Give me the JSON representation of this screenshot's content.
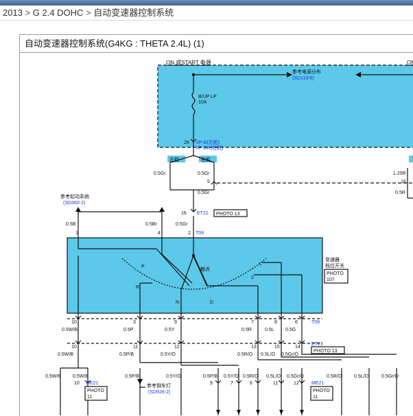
{
  "breadcrumb": {
    "year": "2013",
    "engine": "G 2.4 DOHC",
    "system": "自动变速器控制系统",
    "separator": ">"
  },
  "diagram": {
    "title": "自动变速器控制系统(G4KG : THETA 2.4L) (1)",
    "power_box": {
      "header": "ON 或START 电源",
      "header_right": "ON",
      "ref_dist": "参考电源分布",
      "ref_dist_code": "(SD110-6)",
      "fuse_name": "B/UP LP",
      "fuse_rating": "10A"
    },
    "ip_connector": {
      "pin": "29",
      "line1": "I/P-B(左舵)",
      "line2": "I/P-BR(右舵)"
    },
    "drive_tags": {
      "left": "左舵",
      "right": "右舵"
    },
    "wires_upper": {
      "gr_left": "0.5Gr",
      "gr_right1": "0.5Gr",
      "pin5": "5",
      "gr_right2": "0.5Gr",
      "r_125": "1.25R",
      "pin16r": "16",
      "r_05": "0.5R"
    },
    "et21_top": {
      "pin": "16",
      "code": "ET21",
      "photo": "PHOTO 13"
    },
    "t09_top": {
      "pin": "2",
      "code": "T09",
      "wire": "0.5Gr"
    },
    "start_ref": {
      "label": "参考起动系统",
      "code": "(SD360-2)"
    },
    "switch": {
      "label1": "变速器",
      "label2": "档位开关",
      "photo_l1": "PHOTO",
      "photo_l2": "107",
      "contact": "触点",
      "pos_p": "P",
      "pos_r": "R",
      "pos_n": "N",
      "pos_d": "D",
      "pos_l": "L",
      "pos_2": "2",
      "pin1": "1",
      "pin4": "4",
      "wire_b": "0.5B",
      "wire_br": "0.5Br"
    },
    "t09_bottom": {
      "pins": [
        "10",
        "3",
        "9",
        "7",
        "8",
        "6"
      ],
      "code": "T09",
      "wires": [
        "0.5W/B",
        "0.5P",
        "0.5Y",
        "0.5R",
        "0.5L",
        "0.5G"
      ]
    },
    "et21_bottom": {
      "pins": [
        "10",
        "11",
        "12",
        "13",
        "15",
        "14"
      ],
      "code": "ET21",
      "photo": "PHOTO 13",
      "wires": [
        "0.5W/B",
        "0.5P/B",
        "0.5Y/O",
        "0.5R/O",
        "0.5L/O",
        "0.5Gr/O"
      ]
    },
    "lower_wires": [
      "0.5W/B",
      "0.5W/B",
      "0.5P/B",
      "0.5Y/O",
      "0.5P/B",
      "0.5Y/O",
      "0.5R/O",
      "0.5L/O",
      "0.5Gr/O",
      "0.5R/O",
      "0.5L/O",
      "0.5Gr/O"
    ],
    "me21_left": {
      "pin": "10",
      "code": "ME21",
      "photo_l1": "PHOTO",
      "photo_l2": "11"
    },
    "reverse_ref": {
      "label": "参考倒车灯",
      "code": "(SD926-2)"
    },
    "lower_pins": [
      "9",
      "7",
      "6",
      "11",
      "12"
    ],
    "me21_right": {
      "code": "ME21",
      "photo_l1": "PHOTO",
      "photo_l2": "11"
    }
  },
  "colors": {
    "box_fill": "#5cc8ea",
    "code_blue": "#1a35d6",
    "line": "#111111"
  }
}
